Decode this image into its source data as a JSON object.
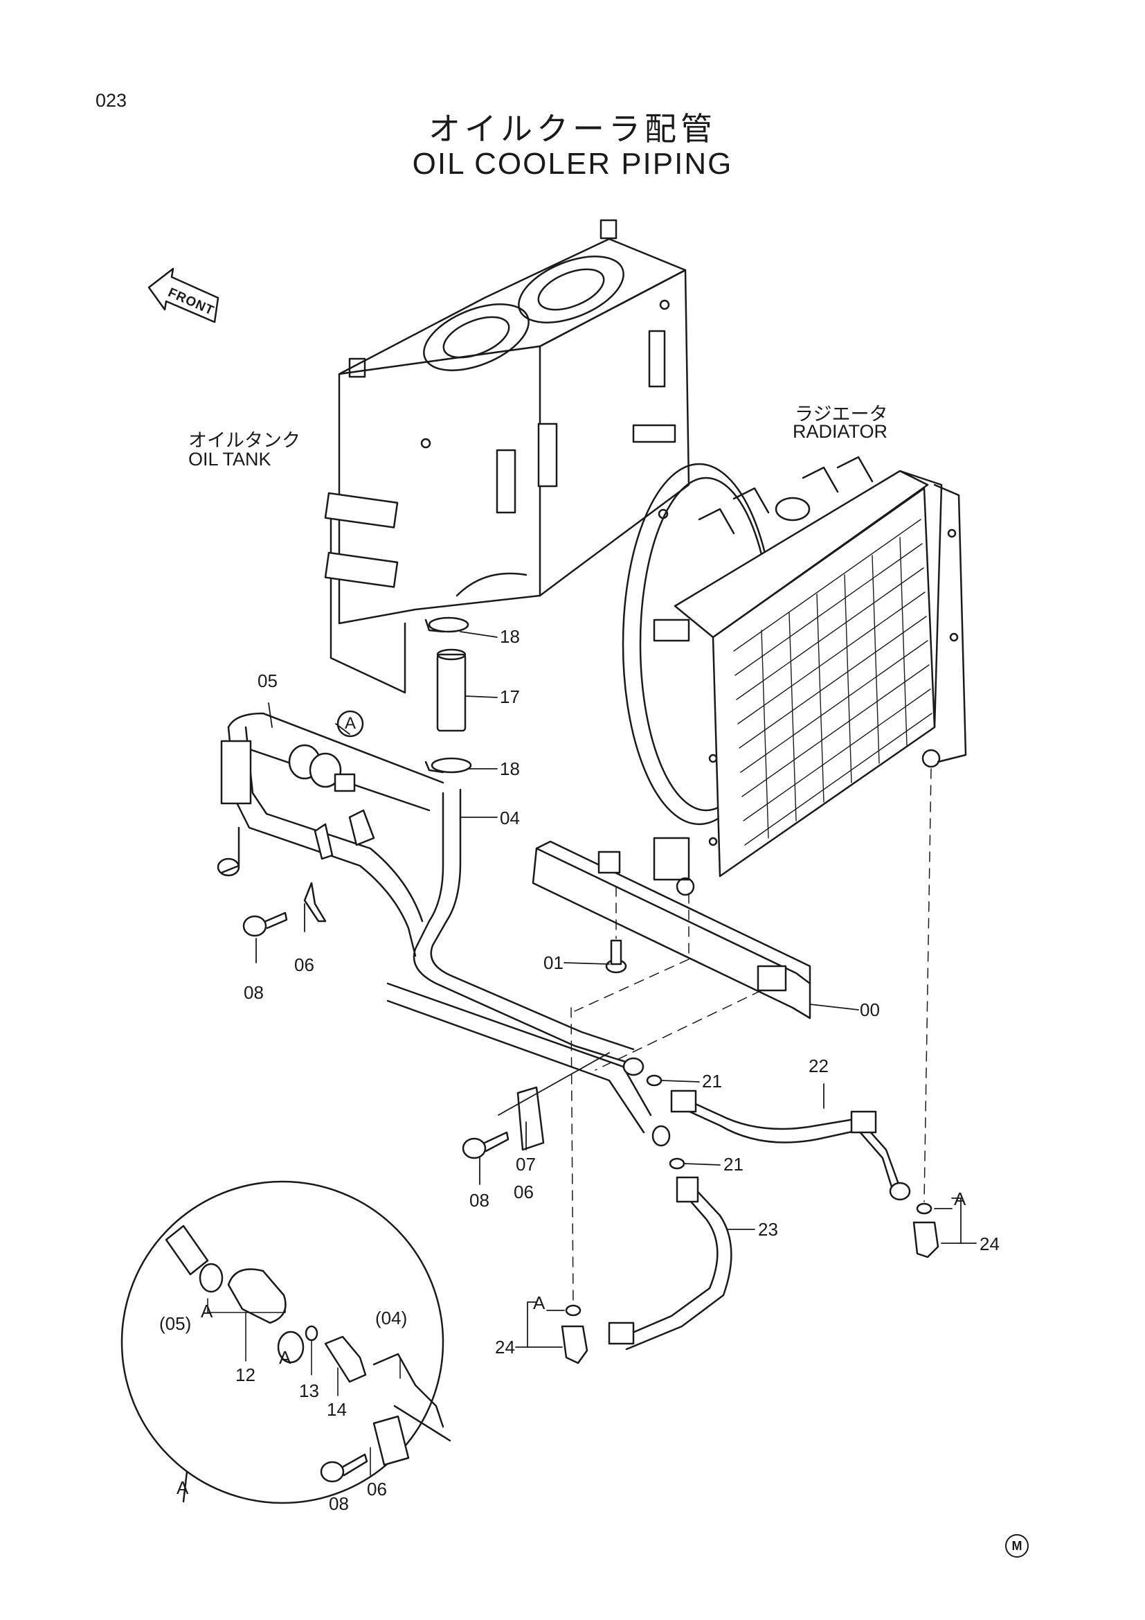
{
  "page_number": "023",
  "title": {
    "japanese": "オイルクーラ配管",
    "english": "OIL COOLER PIPING"
  },
  "direction_indicator": "FRONT",
  "components": {
    "oil_tank": {
      "japanese": "オイルタンク",
      "english": "OIL TANK"
    },
    "radiator": {
      "japanese": "ラジエータ",
      "english": "RADIATOR"
    }
  },
  "part_callouts": [
    "00",
    "01",
    "04",
    "05",
    "06",
    "08",
    "17",
    "18",
    "18",
    "21",
    "21",
    "22",
    "23",
    "24",
    "24",
    "06",
    "07",
    "08",
    "A",
    "A"
  ],
  "detail_view": {
    "label": "A",
    "callouts": [
      "(05)",
      "A",
      "12",
      "A",
      "13",
      "14",
      "(04)",
      "06",
      "08"
    ]
  },
  "footer_mark": "M"
}
